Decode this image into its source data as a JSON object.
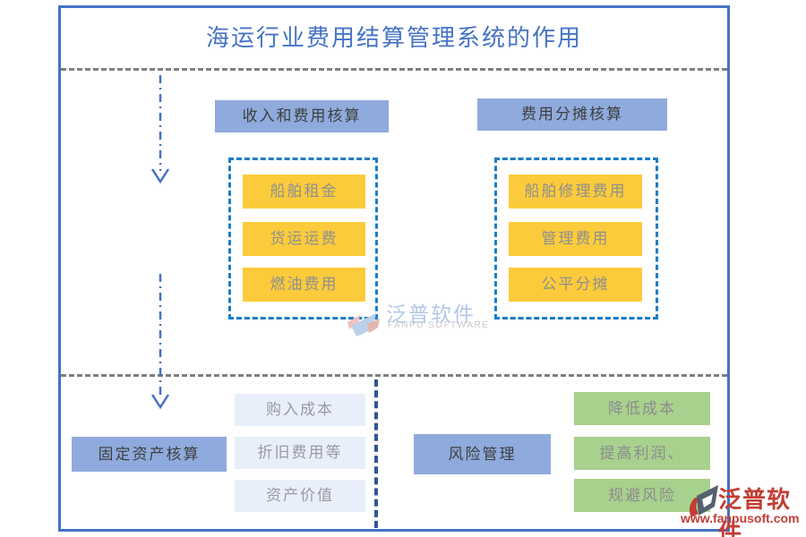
{
  "title": "海运行业费用结算管理系统的作用",
  "columns": {
    "income": {
      "header": "收入和费用核算",
      "items": [
        "船舶租金",
        "货运运费",
        "燃油费用"
      ]
    },
    "allocation": {
      "header": "费用分摊核算",
      "items": [
        "船舶修理费用",
        "管理费用",
        "公平分摊"
      ]
    },
    "fixed_asset": {
      "header": "固定资产核算",
      "items": [
        "购入成本",
        "折旧费用等",
        "资产价值"
      ]
    },
    "risk": {
      "header": "风险管理",
      "items": [
        "降低成本",
        "提高利润、",
        "规避风险"
      ]
    }
  },
  "watermark_center": {
    "brand": "泛普软件",
    "subtitle": "FANPU SOFTWARE"
  },
  "watermark_corner": {
    "brand": "泛普软件",
    "url": "www.fanpusoft.com"
  },
  "colors": {
    "frame_border": "#4472C4",
    "title_text": "#4573C5",
    "header_box": "#8FAADC",
    "yellow_box": "#FCCB3B",
    "green_box": "#A9D18E",
    "light_blue_box": "#E9EFFA",
    "dashed_container_border": "#1B7DC8",
    "gray_dashed_line": "#7f7f7f",
    "navy_dashed_line": "#2F5597",
    "arrow_blue": "#4472C4",
    "corner_watermark_red": "#C23E35",
    "center_watermark_blue": "#b4c7e7"
  }
}
